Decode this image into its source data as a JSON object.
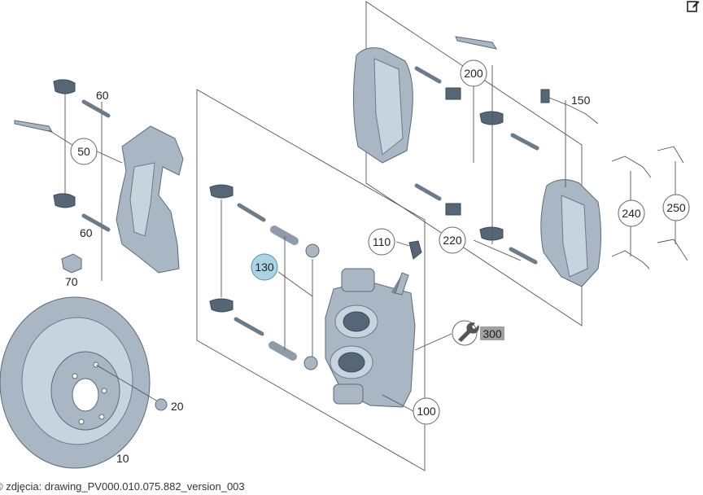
{
  "caption": "© zdjęcia: drawing_PV000.010.075.882_version_003",
  "icons": {
    "edit": "edit-icon",
    "wrench": "wrench-icon"
  },
  "colors": {
    "part": "#a9b7c4",
    "highlight": "#a8d4e6",
    "tool_badge": "#a0a0a0"
  },
  "labels": {
    "l60a": "60",
    "l50": "50",
    "l60b": "60",
    "l70": "70",
    "l130": "130",
    "l110": "110",
    "l200": "200",
    "l150": "150",
    "l220": "220",
    "l240": "240",
    "l250": "250",
    "l300": "300",
    "l100": "100",
    "l20": "20",
    "l10": "10"
  }
}
